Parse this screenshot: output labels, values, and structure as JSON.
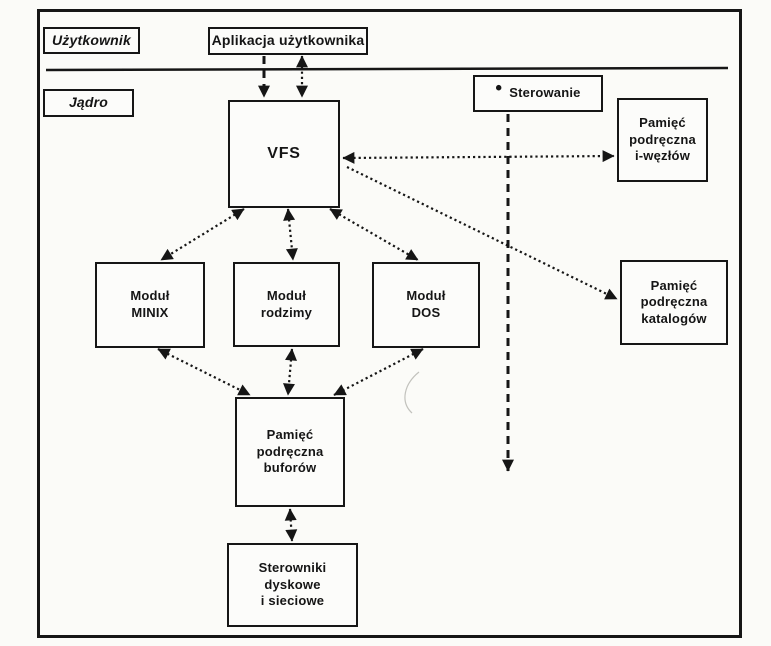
{
  "colors": {
    "ink": "#151515",
    "paper": "#fbfbf8"
  },
  "regions": {
    "user": "Użytkownik",
    "kernel": "Jądro"
  },
  "legend": {
    "bullet": "•",
    "label": "Sterowanie"
  },
  "nodes": {
    "app": "Aplikacja użytkownika",
    "vfs": "VFS",
    "inode_cache": "Pamięć\npodręczna\ni-węzłów",
    "dir_cache": "Pamięć\npodręczna\nkatalogów",
    "minix": "Moduł\nMINIX",
    "native": "Moduł\nrodzimy",
    "dos": "Moduł\nDOS",
    "buffer_cache": "Pamięć\npodręczna\nbuforów",
    "drivers": "Sterowniki\ndyskowe\ni sieciowe"
  }
}
